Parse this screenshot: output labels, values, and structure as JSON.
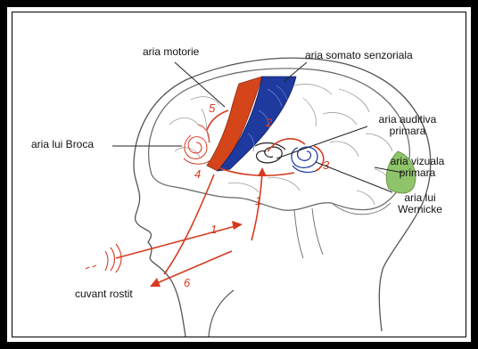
{
  "labels": {
    "motor": "aria motorie",
    "somato": "aria somato senzoriala",
    "broca": "aria lui Broca",
    "auditory_line1": "aria auditiva",
    "auditory_line2": "primara",
    "visual_line1": "aria vizuala",
    "visual_line2": "primara",
    "wernicke_line1": "aria lui",
    "wernicke_line2": "Wernicke",
    "spoken_word": "cuvant rostit"
  },
  "path_numbers": [
    "1",
    "2",
    "3",
    "4",
    "5",
    "6",
    "1"
  ],
  "colors": {
    "motor_area": "#d4451a",
    "somatosensory_area": "#1f3a9e",
    "visual_area": "#8fc46a",
    "arrows": "#d63a1f",
    "outline": "#555555"
  }
}
